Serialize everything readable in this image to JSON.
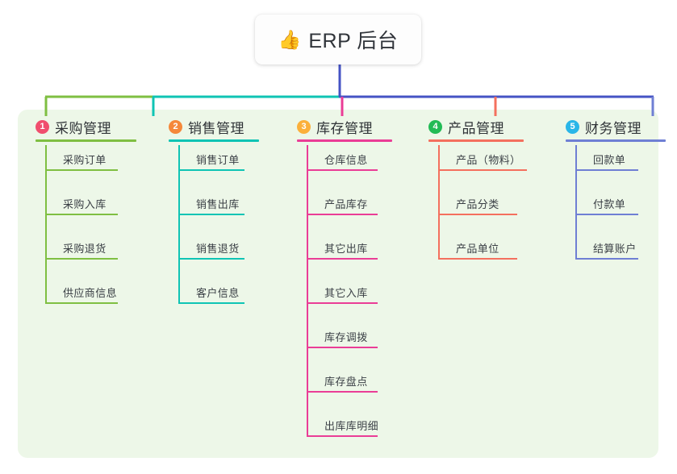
{
  "root": {
    "emoji": "👍",
    "emoji_name": "thumbs-up-icon",
    "title": "ERP 后台"
  },
  "palette": {
    "panel_bg": "#edf7e8",
    "page_bg": "#ffffff",
    "text": "#30343a",
    "root_card_bg": "#fdfdfd",
    "trunk": "#4553c4"
  },
  "columns": [
    {
      "index": "1",
      "title": "采购管理",
      "badge_color": "#f04e6e",
      "line_color": "#7fbf42",
      "items": [
        {
          "label": "采购订单"
        },
        {
          "label": "采购入库"
        },
        {
          "label": "采购退货"
        },
        {
          "label": "供应商信息"
        }
      ]
    },
    {
      "index": "2",
      "title": "销售管理",
      "badge_color": "#f5883a",
      "line_color": "#0fc4b4",
      "items": [
        {
          "label": "销售订单"
        },
        {
          "label": "销售出库"
        },
        {
          "label": "销售退货"
        },
        {
          "label": "客户信息"
        }
      ]
    },
    {
      "index": "3",
      "title": "库存管理",
      "badge_color": "#fbb03b",
      "line_color": "#ea3d96",
      "items": [
        {
          "label": "仓库信息"
        },
        {
          "label": "产品库存"
        },
        {
          "label": "其它出库"
        },
        {
          "label": "其它入库"
        },
        {
          "label": "库存调拨"
        },
        {
          "label": "库存盘点"
        },
        {
          "label": "出库库明细"
        }
      ]
    },
    {
      "index": "4",
      "title": "产品管理",
      "badge_color": "#22bb55",
      "line_color": "#f4705e",
      "items": [
        {
          "label": "产品（物料）"
        },
        {
          "label": "产品分类"
        },
        {
          "label": "产品单位"
        }
      ]
    },
    {
      "index": "5",
      "title": "财务管理",
      "badge_color": "#29b6e8",
      "line_color": "#6f7fd4",
      "items": [
        {
          "label": "回款单"
        },
        {
          "label": "付款单"
        },
        {
          "label": "结算账户"
        }
      ]
    }
  ]
}
